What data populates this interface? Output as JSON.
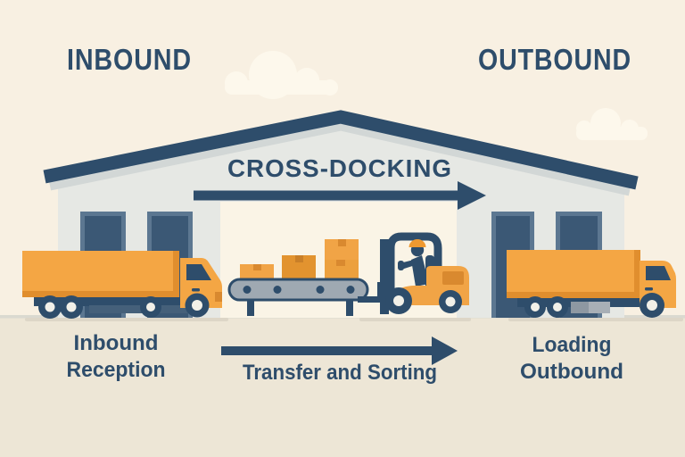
{
  "headings": {
    "left": "INBOUND",
    "right": "OUTBOUND"
  },
  "building": {
    "label": "CROSS-DOCKING"
  },
  "process": {
    "flow_direction": "left-to-right",
    "stages": [
      {
        "id": "inbound-reception",
        "line1": "Inbound",
        "line2": "Reception"
      },
      {
        "id": "transfer-sorting",
        "line1": "Transfer and Sorting",
        "line2": ""
      },
      {
        "id": "loading-outbound",
        "line1": "Loading",
        "line2": "Outbound"
      }
    ]
  },
  "palette": {
    "background": "#F8F0E2",
    "ground": "#EDE6D6",
    "navy": "#2E4D6B",
    "wall_gray": "#E6E8E4",
    "roof_shadow": "#D2D7D6",
    "door_frame": "#5C7791",
    "door_panel": "#3B5875",
    "interior_cream": "#FAF4E6",
    "orange": "#F4A644",
    "orange_dark": "#E08E2E",
    "tape_dark": "#D9892F",
    "cloud": "#FDF8EC"
  }
}
